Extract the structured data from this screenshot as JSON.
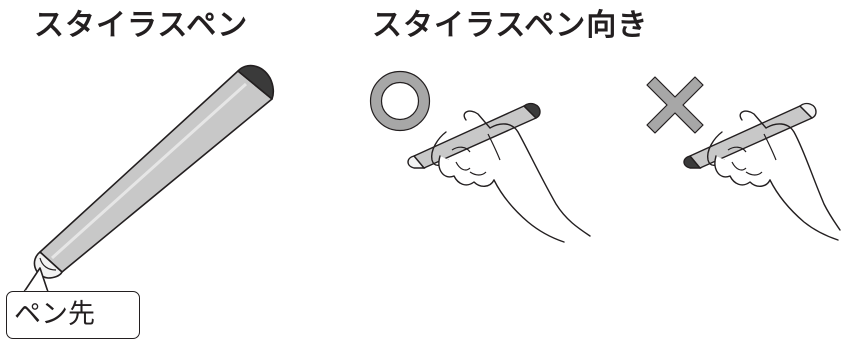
{
  "headings": {
    "stylus_pen": "スタイラスペン",
    "stylus_orientation": "スタイラスペン向き"
  },
  "callout": {
    "pen_tip": "ペン先"
  },
  "symbols": {
    "correct": "circle-mark",
    "incorrect": "cross-mark"
  },
  "colors": {
    "pen_body": "#c8c8c8",
    "pen_cap": "#3a3a3a",
    "mark_gray": "#a7a7a7",
    "line": "#231f20"
  }
}
